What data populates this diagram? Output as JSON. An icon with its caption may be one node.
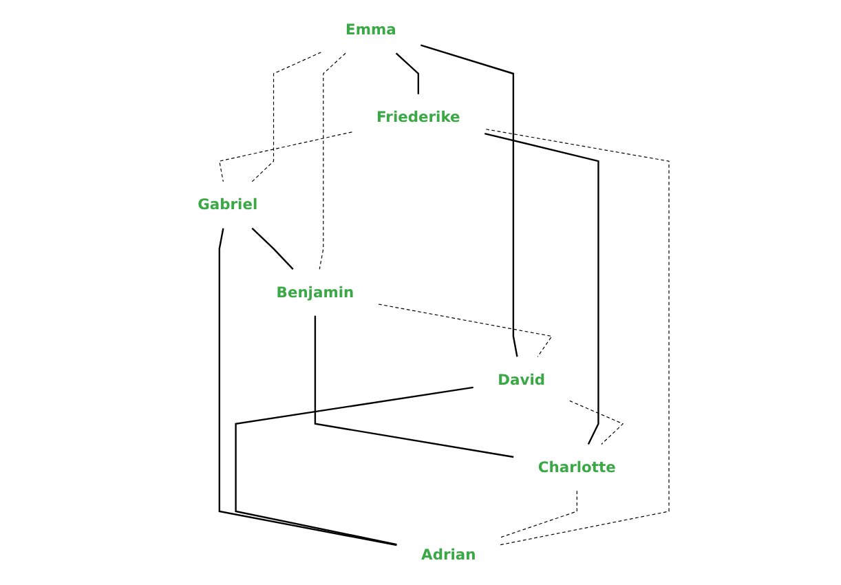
{
  "diagram": {
    "nodes": [
      {
        "text": [
          "Emma"
        ]
      },
      {
        "text": [
          "Gabriel"
        ]
      },
      {
        "text": [
          "Benjamin"
        ]
      },
      {
        "text": [
          "Friederike"
        ]
      },
      {
        "text": [
          "David"
        ]
      },
      {
        "text": [
          "Adrian"
        ]
      },
      {
        "text": [
          "Charlotte"
        ]
      }
    ],
    "edges": [
      {
        "from": 0,
        "to": 3,
        "arrow": "none"
      },
      {
        "from": 0,
        "to": 4,
        "arrow": "none"
      },
      {
        "from": 1,
        "to": 2,
        "arrow": "none"
      },
      {
        "from": 1,
        "to": 5,
        "arrow": "none"
      },
      {
        "from": 2,
        "to": 6,
        "arrow": "none"
      },
      {
        "from": 4,
        "to": 5,
        "arrow": "none"
      },
      {
        "from": 3,
        "to": 6,
        "arrow": "none"
      },
      {
        "from": 0,
        "to": 2,
        "arrow": "none",
        "style": "dashed"
      },
      {
        "from": 2,
        "to": 4,
        "arrow": "none",
        "style": "dashed"
      },
      {
        "from": 4,
        "to": 6,
        "arrow": "none",
        "style": "dashed"
      },
      {
        "from": 6,
        "to": 5,
        "arrow": "none",
        "style": "dashed"
      },
      {
        "from": 5,
        "to": 3,
        "arrow": "none",
        "style": "dashed"
      },
      {
        "from": 3,
        "to": 1,
        "arrow": "none",
        "style": "dashed"
      },
      {
        "from": 1,
        "to": 0,
        "arrow": "none",
        "style": "dashed"
      }
    ]
  }
}
